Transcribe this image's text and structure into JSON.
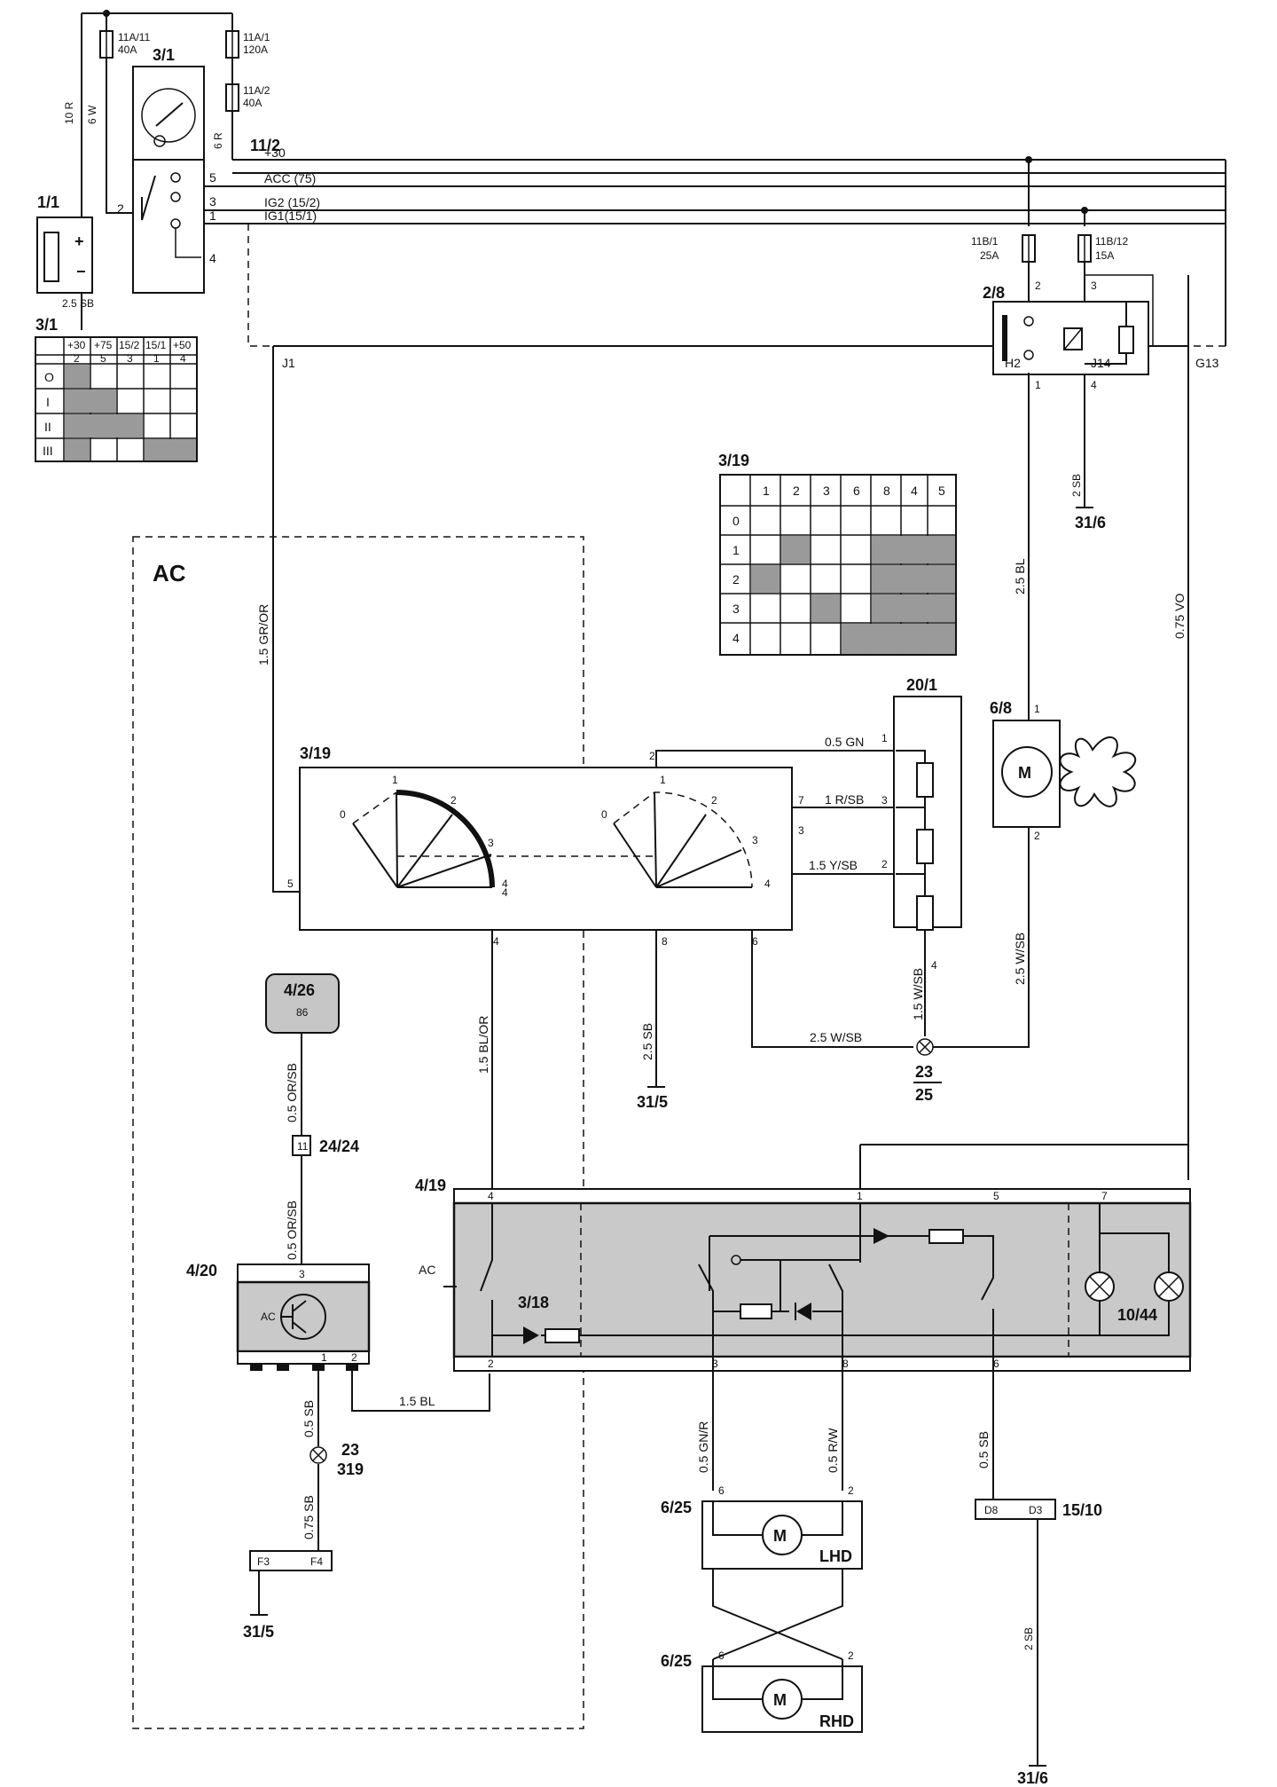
{
  "section_label": "AC",
  "components": {
    "fuse_11a11": [
      "11A/11",
      "40A"
    ],
    "fuse_11a1": [
      "11A/1",
      "120A"
    ],
    "fuse_11a2": [
      "11A/2",
      "40A"
    ],
    "fuse_11b1": [
      "11B/1",
      "25A"
    ],
    "fuse_11b12": [
      "11B/12",
      "15A"
    ],
    "battery": "1/1",
    "ignition_switch": "3/1",
    "ignition_table": "3/1",
    "bus": "11/2",
    "relay": "2/8",
    "fan_switch_table": "3/19",
    "fan_switch": "3/19",
    "resistor": "20/1",
    "fan_motor": "6/8",
    "ac_relay": "4/26",
    "ac_relay_pin": "86",
    "connector_24": "24/24",
    "connector_24_pin": "11",
    "ac_module": "4/20",
    "ac_module_text": "AC",
    "control_panel": "4/19",
    "panel_ac_label": "AC",
    "led": "3/18",
    "lamps": "10/44",
    "motor_lhd": "6/25",
    "motor_lhd_tag": "LHD",
    "motor_rhd": "6/25",
    "motor_rhd_tag": "RHD",
    "connector_15": "15/10",
    "motor_m": "M",
    "grounds": [
      "31/6",
      "31/5",
      "31/5",
      "31/6"
    ],
    "ref_a": [
      "23",
      "25"
    ],
    "ref_b": [
      "23",
      "319"
    ]
  },
  "bus_lines": [
    "+30",
    "ACC (75)",
    "IG2 (15/2)",
    "IG1(15/1)"
  ],
  "junctions": [
    "J1",
    "H2",
    "J14",
    "G13"
  ],
  "connectors_15_10": [
    "D8",
    "D3",
    "F3",
    "F4"
  ],
  "wires": {
    "w10r": "10 R",
    "w6w": "6 W",
    "w6r": "6 R",
    "w25sb": "2.5 SB",
    "w2sb_a": "2 SB",
    "w25bl": "2.5 BL",
    "w075vo": "0.75 VO",
    "w15gror": "1.5 GR/OR",
    "w05gn": "0.5 GN",
    "w1rsb": "1 R/SB",
    "w15ysb": "1.5 Y/SB",
    "w15wsb": "1.5 W/SB",
    "w25wsb_v": "2.5 W/SB",
    "w25wsb_h": "2.5 W/SB",
    "w15blor": "1.5 BL/OR",
    "w05orsb_a": "0.5 OR/SB",
    "w05orsb_b": "0.5 OR/SB",
    "w15bl": "1.5 BL",
    "w05sb_a": "0.5 SB",
    "w075sb": "0.75 SB",
    "w05gnr": "0.5 GN/R",
    "w05rw": "0.5 R/W",
    "w05sb_b": "0.5 SB",
    "w2sb_b": "2 SB"
  },
  "ignition_table": {
    "cols": [
      "+30",
      "+75",
      "15/2",
      "15/1",
      "+50"
    ],
    "pins": [
      "2",
      "5",
      "3",
      "1",
      "4"
    ],
    "rows": [
      "O",
      "I",
      "II",
      "III"
    ]
  },
  "fan_table": {
    "cols": [
      "1",
      "2",
      "3",
      "6",
      "8",
      "4",
      "5"
    ],
    "rows": [
      "0",
      "1",
      "2",
      "3",
      "4"
    ]
  },
  "pins": {
    "sw5": "5",
    "sw3": "3",
    "sw1": "1",
    "sw2": "2",
    "sw4": "4",
    "b11b1": "2",
    "b11b12": "3",
    "r1": "1",
    "r4": "4",
    "fs5": "5",
    "fs4r": "4",
    "fs4b": "4",
    "fs2": "2",
    "fs7": "7",
    "fs3": "3",
    "fs8": "8",
    "fs6": "6",
    "pos0a": "0",
    "pos1a": "1",
    "pos2a": "2",
    "pos3a": "3",
    "pos4a": "4",
    "pos0b": "0",
    "pos1b": "1",
    "pos2b": "2",
    "pos3b": "3",
    "pos4b": "4",
    "res1": "1",
    "res3": "3",
    "res2": "2",
    "res4": "4",
    "fm1": "1",
    "fm2": "2",
    "cp4": "4",
    "cp1": "1",
    "cp5": "5",
    "cp7": "7",
    "cp2": "2",
    "cp3": "3",
    "cp8": "8",
    "cp6": "6",
    "am3": "3",
    "am1": "1",
    "am2": "2",
    "lm6": "6",
    "lm2": "2",
    "rm6": "6",
    "rm2": "2"
  }
}
